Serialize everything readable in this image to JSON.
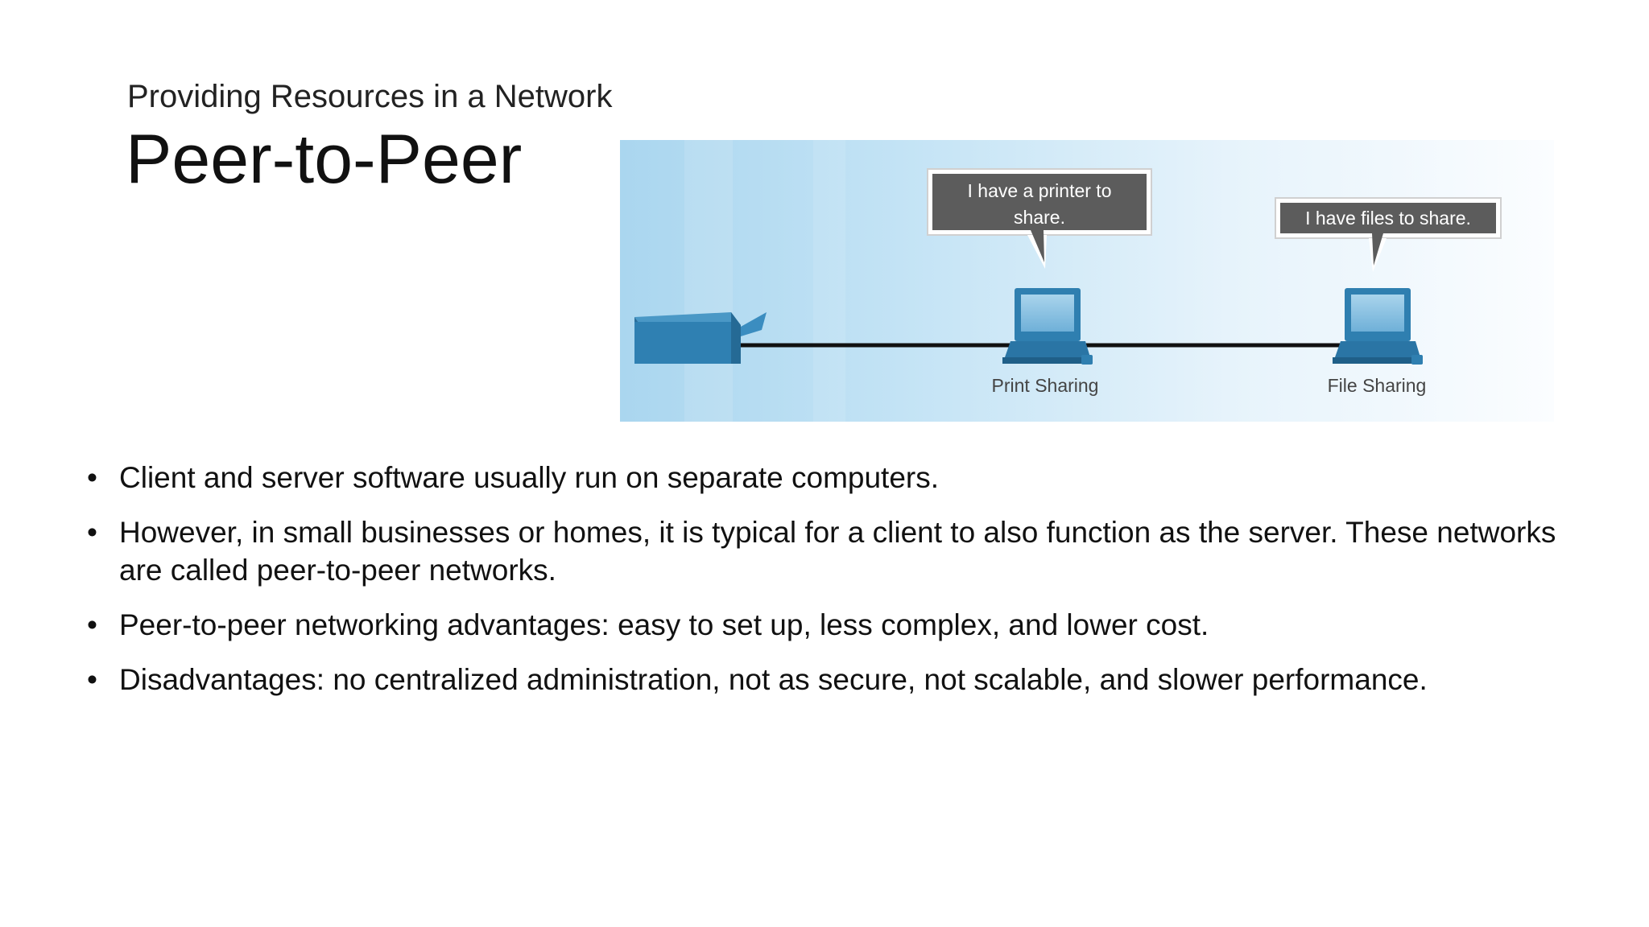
{
  "slide": {
    "subtitle": "Providing Resources in a Network",
    "title": "Peer-to-Peer"
  },
  "figure": {
    "callouts": [
      {
        "text_line1": "I have a printer to",
        "text_line2": "share."
      },
      {
        "text": "I have files to share."
      }
    ],
    "labels": [
      "Print Sharing",
      "File Sharing"
    ],
    "icons": [
      "printer-icon",
      "computer-icon",
      "computer-icon"
    ],
    "colors": {
      "background_light": "#f4f9fd",
      "background_blue": "#b5dcf1",
      "device_blue": "#2f7fb0",
      "callout_gray": "#5a5a5a"
    }
  },
  "bullets": [
    {
      "symbol": "•",
      "text": "Client and server software usually run on separate computers."
    },
    {
      "symbol": "•",
      "text": "However, in small businesses or homes, it is typical for a client to also function as the server.  These networks are called peer-to-peer networks."
    },
    {
      "symbol": "•",
      "text": "Peer-to-peer networking advantages: easy to set up, less complex, and lower cost."
    },
    {
      "symbol": "•",
      "text": "Disadvantages:  no centralized administration, not as secure, not scalable, and slower performance."
    }
  ]
}
